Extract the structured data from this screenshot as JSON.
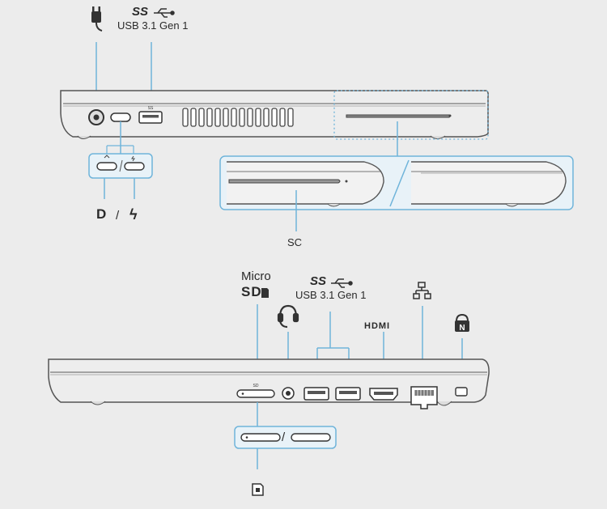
{
  "colors": {
    "background": "#ececec",
    "line_art": "#555555",
    "callout": "#6fb4da",
    "text": "#2a2a2a"
  },
  "top_view": {
    "superspeed_logo": "SS",
    "usb_label": "USB 3.1 Gen 1",
    "usbc_modes": {
      "displayport_label": "D",
      "separator": "/",
      "thunderbolt_glyph": "ϟ"
    },
    "smartcard_label": "SC",
    "icons": [
      "power-plug-icon",
      "usb-symbol-icon",
      "displayport-icon",
      "thunderbolt-icon"
    ]
  },
  "bottom_view": {
    "micro_label": "Micro",
    "sd_label": "SD",
    "superspeed_logo": "SS",
    "usb_label": "USB 3.1 Gen 1",
    "hdmi_label": "HDMI",
    "slash": "/",
    "icons": [
      "sd-card-icon",
      "headset-icon",
      "usb-symbol-icon",
      "network-icon",
      "noble-lock-icon",
      "sim-card-icon"
    ]
  }
}
